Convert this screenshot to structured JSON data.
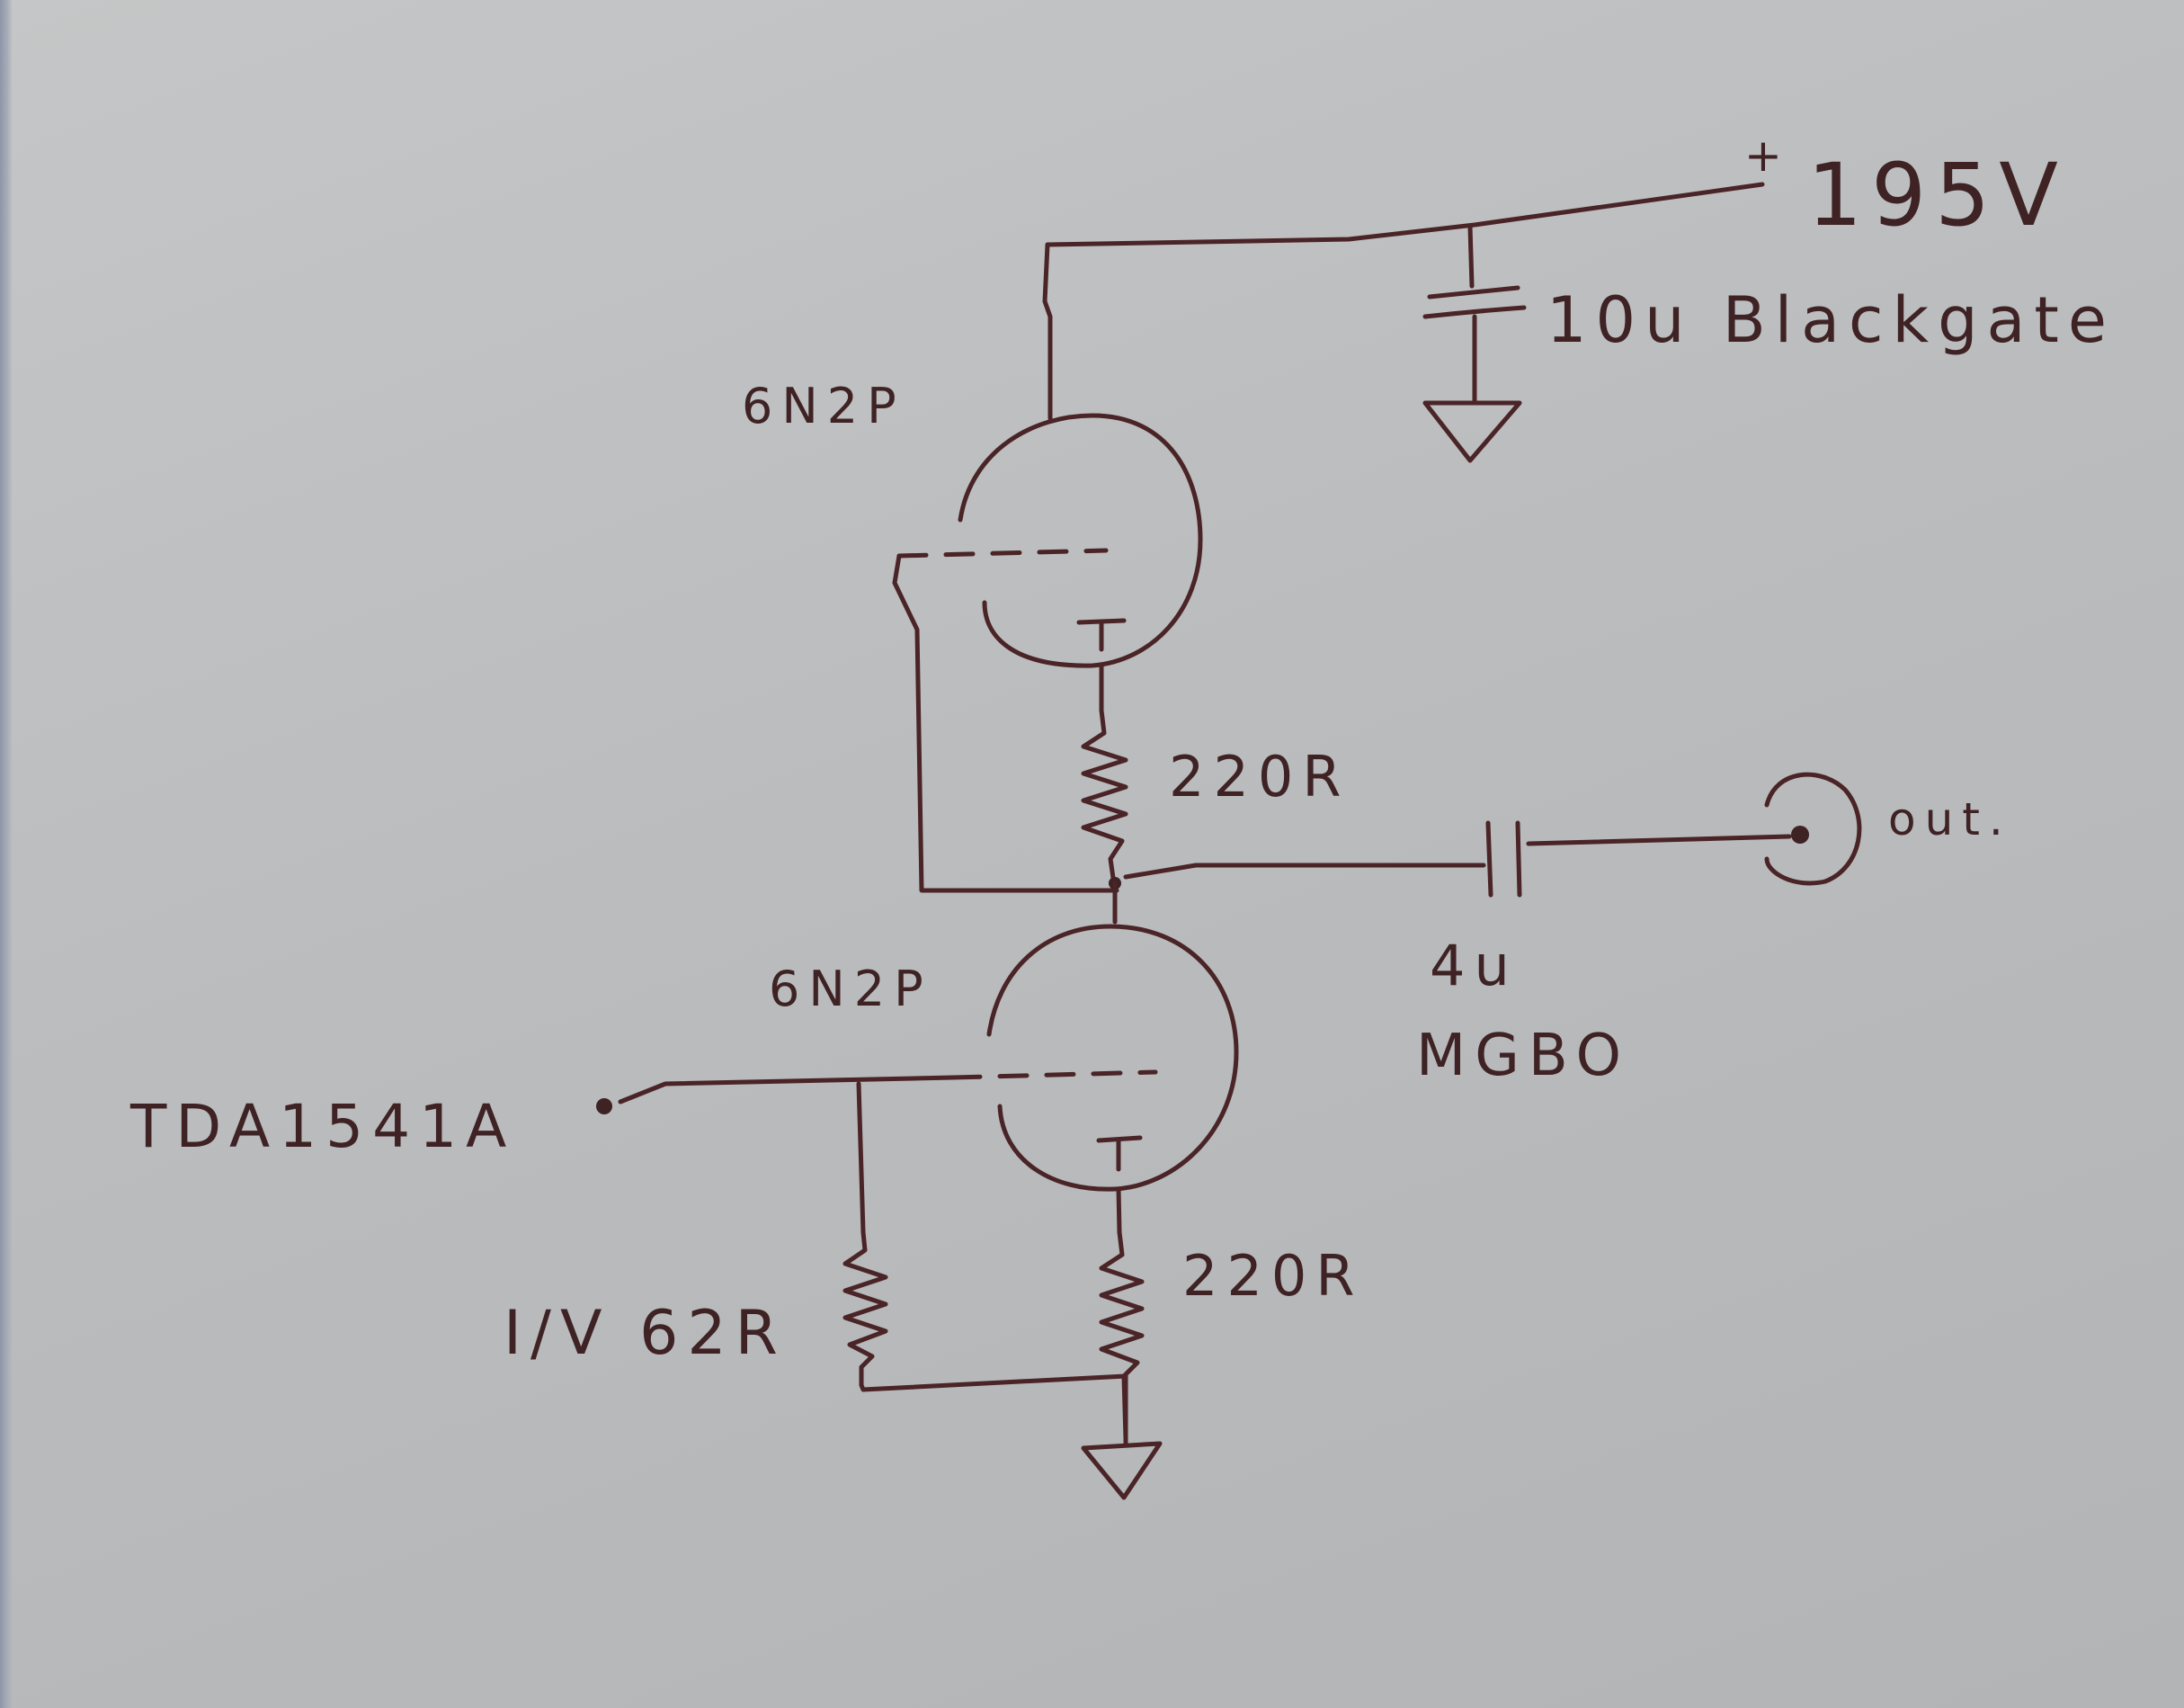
{
  "labels": {
    "supply": "195V",
    "supply_plus": "+",
    "cap_top": "10u Blackgate",
    "tube_top": "6N2P",
    "tube_bottom": "6N2P",
    "res_top": "220R",
    "res_bottom": "220R",
    "res_iv": "I/V 62R",
    "input": "TDA1541A",
    "cap_out_value": "4u",
    "cap_out_type": "MGBO",
    "output": "out."
  },
  "colors": {
    "ink": "#4a2426",
    "paper": "#bcbec0"
  }
}
